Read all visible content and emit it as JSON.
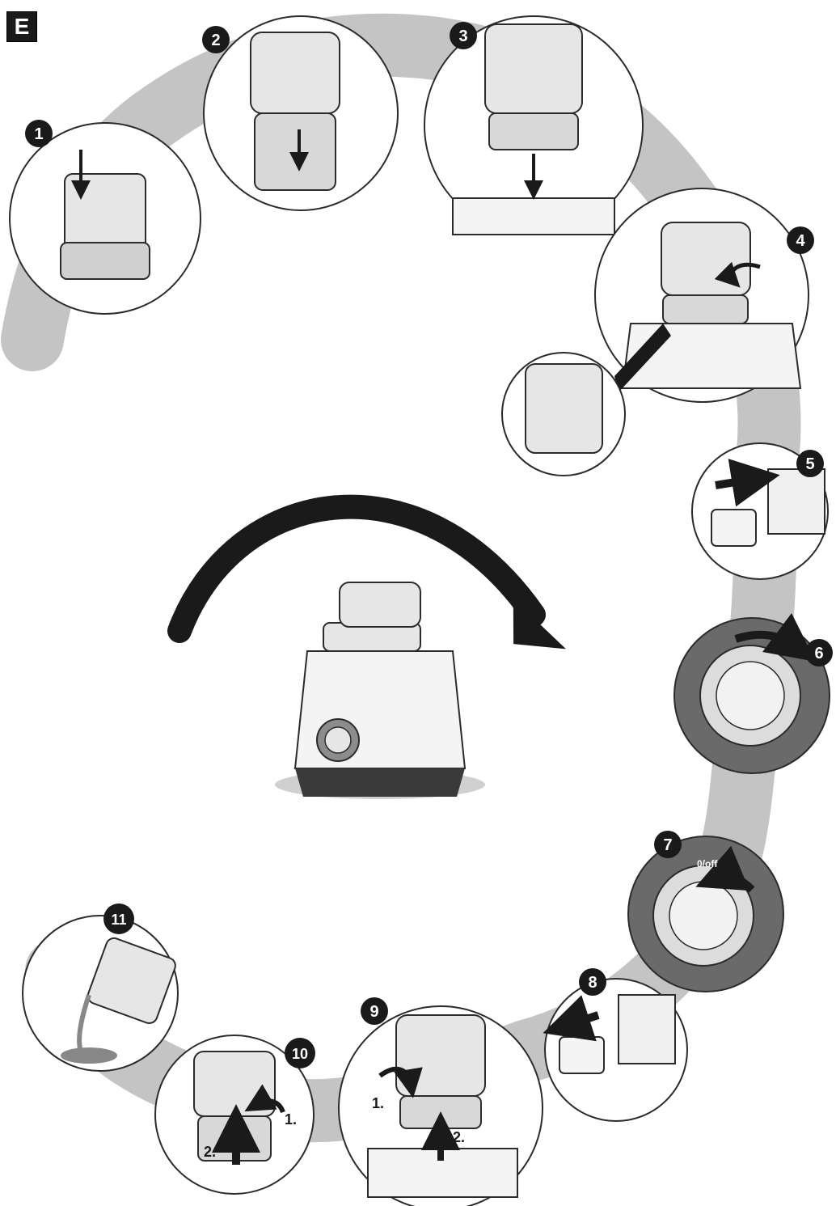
{
  "section_badge": "E",
  "colors": {
    "band": "#c4c4c4",
    "outline": "#2b2b2b",
    "container": "#e6e6e6",
    "dark": "#555555",
    "arrow": "#1a1a1a",
    "badge": "#1a1a1a"
  },
  "steps": [
    {
      "number": "1"
    },
    {
      "number": "2"
    },
    {
      "number": "3"
    },
    {
      "number": "4"
    },
    {
      "number": "5"
    },
    {
      "number": "6"
    },
    {
      "number": "7",
      "knob_label": "0/off"
    },
    {
      "number": "8"
    },
    {
      "number": "9",
      "sub_labels": [
        "1.",
        "2."
      ]
    },
    {
      "number": "10",
      "sub_labels": [
        "1.",
        "2."
      ]
    },
    {
      "number": "11"
    }
  ]
}
